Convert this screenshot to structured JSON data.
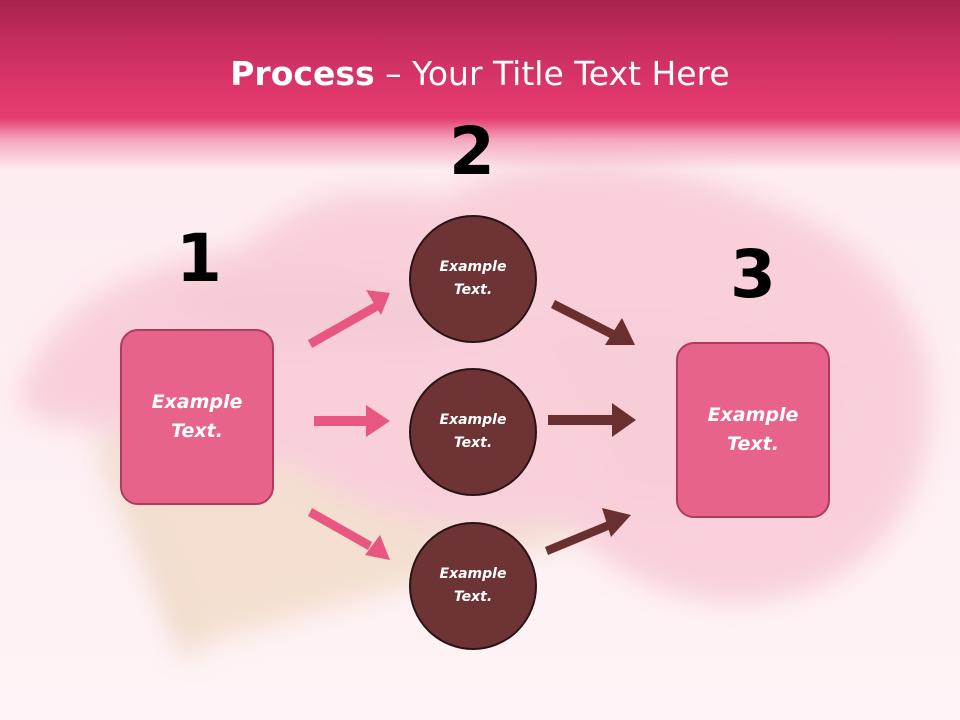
{
  "title": {
    "bold": "Process",
    "rest": " – Your Title Text Here"
  },
  "steps": [
    {
      "number": "1",
      "label": "Example Text."
    },
    {
      "number": "2",
      "labels": [
        "Example Text.",
        "Example Text.",
        "Example Text."
      ]
    },
    {
      "number": "3",
      "label": "Example Text."
    }
  ],
  "colors": {
    "title_band": "#e43d6e",
    "box_fill": "#e8638a",
    "box_border": "#b23a5f",
    "circle_fill": "#6e3435",
    "arrow_pink": "#e8577f",
    "arrow_brown": "#6a3030"
  }
}
